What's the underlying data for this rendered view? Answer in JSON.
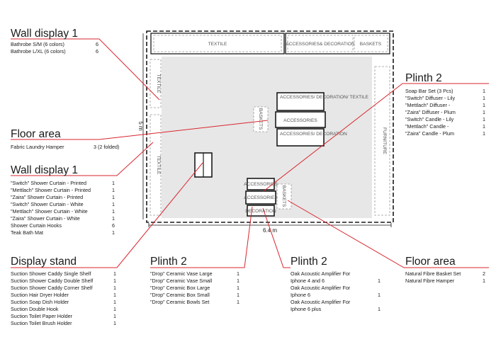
{
  "accent_color": "#d9262e",
  "plan": {
    "width_label": "6.4 m",
    "height_label": "5 m",
    "zones": {
      "top_textile": "TEXTILE",
      "top_accessories": "ACCESSORIES& DECORATION",
      "top_baskets": "BASKETS",
      "left_textile_upper": "TEXTILE",
      "left_textile_lower": "TEXTILE",
      "right_furniture": "FURNITURE",
      "floor_baskets_upper": "BASKETS",
      "floor_baskets_lower": "BASKETS",
      "plinth_upper_1": "ACCESSORIES/ DECORATION/ TEXTILE",
      "plinth_upper_2": "ACCESSORIES",
      "plinth_upper_3": "ACCESSORIES/ DECORATION",
      "plinth_lower_1": "ACCESSORIES",
      "plinth_lower_2": "ACCESSORIES",
      "plinth_lower_3": "DECORATION"
    }
  },
  "sections": {
    "wall_display_top": {
      "title": "Wall display 1",
      "items": [
        {
          "name": "Bathrobe S/M (6 colors)",
          "qty": "6"
        },
        {
          "name": "Bathrobe L/XL (6 colors)",
          "qty": "6"
        }
      ]
    },
    "floor_area_left": {
      "title": "Floor area",
      "items": [
        {
          "name": "Fabric Laundry Hamper",
          "qty": "3 (2 folded)"
        }
      ]
    },
    "wall_display_left": {
      "title": "Wall display 1",
      "items": [
        {
          "name": "\"Switch\" Shower Curtain - Printed",
          "qty": "1"
        },
        {
          "name": "\"Mettlach\" Shower Curtain - Printed",
          "qty": "1"
        },
        {
          "name": "\"Zaira\" Shower Curtain - Printed",
          "qty": "1"
        },
        {
          "name": "\"Switch\" Shower Curtain - White",
          "qty": "1"
        },
        {
          "name": "\"Mettlach\" Shower Curtain - White",
          "qty": "1"
        },
        {
          "name": "\"Zaira\" Shower Curtain - White",
          "qty": "1"
        },
        {
          "name": "Shower Curtain Hooks",
          "qty": "6"
        },
        {
          "name": "Teak Bath Mat",
          "qty": "1"
        }
      ]
    },
    "display_stand": {
      "title": "Display stand",
      "items": [
        {
          "name": "Suction Shower Caddy Single Shelf",
          "qty": "1"
        },
        {
          "name": "Suction Shower Caddy Double Shelf",
          "qty": "1"
        },
        {
          "name": "Suction Shower Caddy Corner Shelf",
          "qty": "1"
        },
        {
          "name": "Suction Hair Dryer Holder",
          "qty": "1"
        },
        {
          "name": "Suction Soap Dish Holder",
          "qty": "1"
        },
        {
          "name": "Suction Double Hook",
          "qty": "1"
        },
        {
          "name": "Suction Toilet Paper Holder",
          "qty": "1"
        },
        {
          "name": "Suction Toilet Brush Holder",
          "qty": "1"
        }
      ]
    },
    "plinth_right": {
      "title": "Plinth 2",
      "items": [
        {
          "name": "Soap Bar Set (3 Pcs)",
          "qty": "1"
        },
        {
          "name": "\"Switch\" Diffuser - Lily",
          "qty": "1"
        },
        {
          "name": "\"Mettlach\" Diffuser -",
          "qty": "1"
        },
        {
          "name": "\"Zaira\" Diffuser - Plum",
          "qty": "1"
        },
        {
          "name": "\"Switch\" Candle - Lily",
          "qty": "1"
        },
        {
          "name": "\"Mettlach\" Candle -",
          "qty": "1"
        },
        {
          "name": "\"Zaira\" Candle - Plum",
          "qty": "1"
        }
      ]
    },
    "plinth_bottom_1": {
      "title": "Plinth 2",
      "items": [
        {
          "name": "\"Drop\" Ceramic Vase Large",
          "qty": "1"
        },
        {
          "name": "\"Drop\" Ceramic Vase Small",
          "qty": "1"
        },
        {
          "name": "\"Drop\" Ceramic Box Large",
          "qty": "1"
        },
        {
          "name": "\"Drop\" Ceramic Box Small",
          "qty": "1"
        },
        {
          "name": "\"Drop\" Ceramic Bowls Set",
          "qty": "1"
        }
      ]
    },
    "plinth_bottom_2": {
      "title": "Plinth 2",
      "items": [
        {
          "name": "Oak Acoustic Amplifier For",
          "qty": ""
        },
        {
          "name": "Iphone 4 and 6",
          "qty": "1"
        },
        {
          "name": "Oak Acoustic Amplifier For",
          "qty": ""
        },
        {
          "name": "Iphone 6",
          "qty": "1"
        },
        {
          "name": "Oak Acoustic Amplifier For",
          "qty": ""
        },
        {
          "name": "Iphone 6 plus",
          "qty": "1"
        }
      ]
    },
    "floor_area_bottom": {
      "title": "Floor area",
      "items": [
        {
          "name": "Natural Fibre Basket Set",
          "qty": "2"
        },
        {
          "name": "Natural Fibre Hamper",
          "qty": "1"
        }
      ]
    }
  }
}
